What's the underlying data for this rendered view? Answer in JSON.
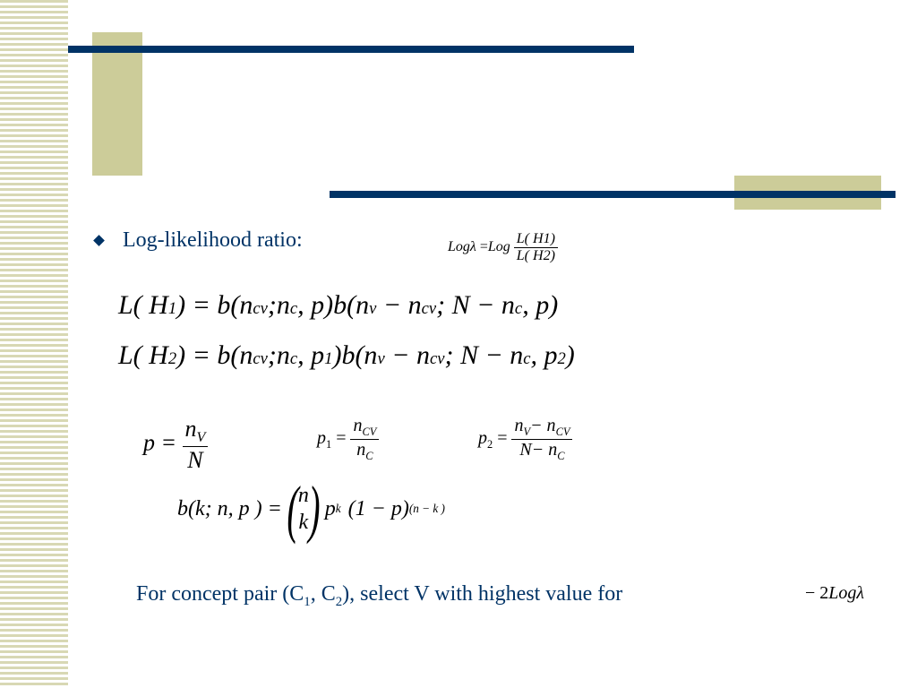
{
  "slide": {
    "bullet_text": "Log-likelihood ratio:",
    "footer": {
      "prefix": "For concept pair (C",
      "sub1": "1",
      "middle": ", C",
      "sub2": "2",
      "suffix": "), select V with highest value for"
    }
  },
  "formulas": {
    "log_ratio": {
      "lhs": "Log",
      "lambda": "λ",
      "eq": " =",
      "log": "Log",
      "num": "L( H1)",
      "den": "L( H2)"
    },
    "lh1": {
      "a": "L( H",
      "s1": "1",
      "b": ") = b(n",
      "s2": "cv",
      "c": ";n",
      "s3": "c",
      "d": ", p)b(n",
      "s4": "v",
      "e": " − n",
      "s5": "cv",
      "f": "; N − n",
      "s6": "c",
      "g": ", p)"
    },
    "lh2": {
      "a": "L( H",
      "s1": "2",
      "b": ") = b(n",
      "s2": "cv",
      "c": ";n",
      "s3": "c",
      "d": ", p",
      "s4": "1",
      "e": ")b(n",
      "s5": "v",
      "f": " − n",
      "s6": "cv",
      "g": "; N − n",
      "s7": "c",
      "h": ", p",
      "s8": "2",
      "i": ")"
    },
    "p_def": {
      "lhs": "p = ",
      "num": "n",
      "num_sub": "V",
      "den": "N"
    },
    "p1_def": {
      "lhs": "p",
      "lhs_sub": "1",
      "eq": " = ",
      "num": "n",
      "num_sub": "CV",
      "den": "n",
      "den_sub": "C"
    },
    "p2_def": {
      "lhs": "p",
      "lhs_sub": "2",
      "eq": " = ",
      "num_a": "n",
      "num_a_sub": "V",
      "num_b": "− n",
      "num_b_sub": "CV",
      "den_a": "N",
      "den_b": "− n",
      "den_b_sub": "C"
    },
    "binomial": {
      "lhs": "b(k; n, p ) = ",
      "top": "n",
      "bottom": "k",
      "p": "p",
      "k_exp": "k",
      "mid": " (1 − p)",
      "exp": "(n − k )"
    },
    "neg_log": {
      "coef": "− 2",
      "log": "Log",
      "lambda": "λ"
    }
  },
  "colors": {
    "accent": "#003366",
    "tan": "#cccc99",
    "stripe": "#d8d8b4"
  }
}
